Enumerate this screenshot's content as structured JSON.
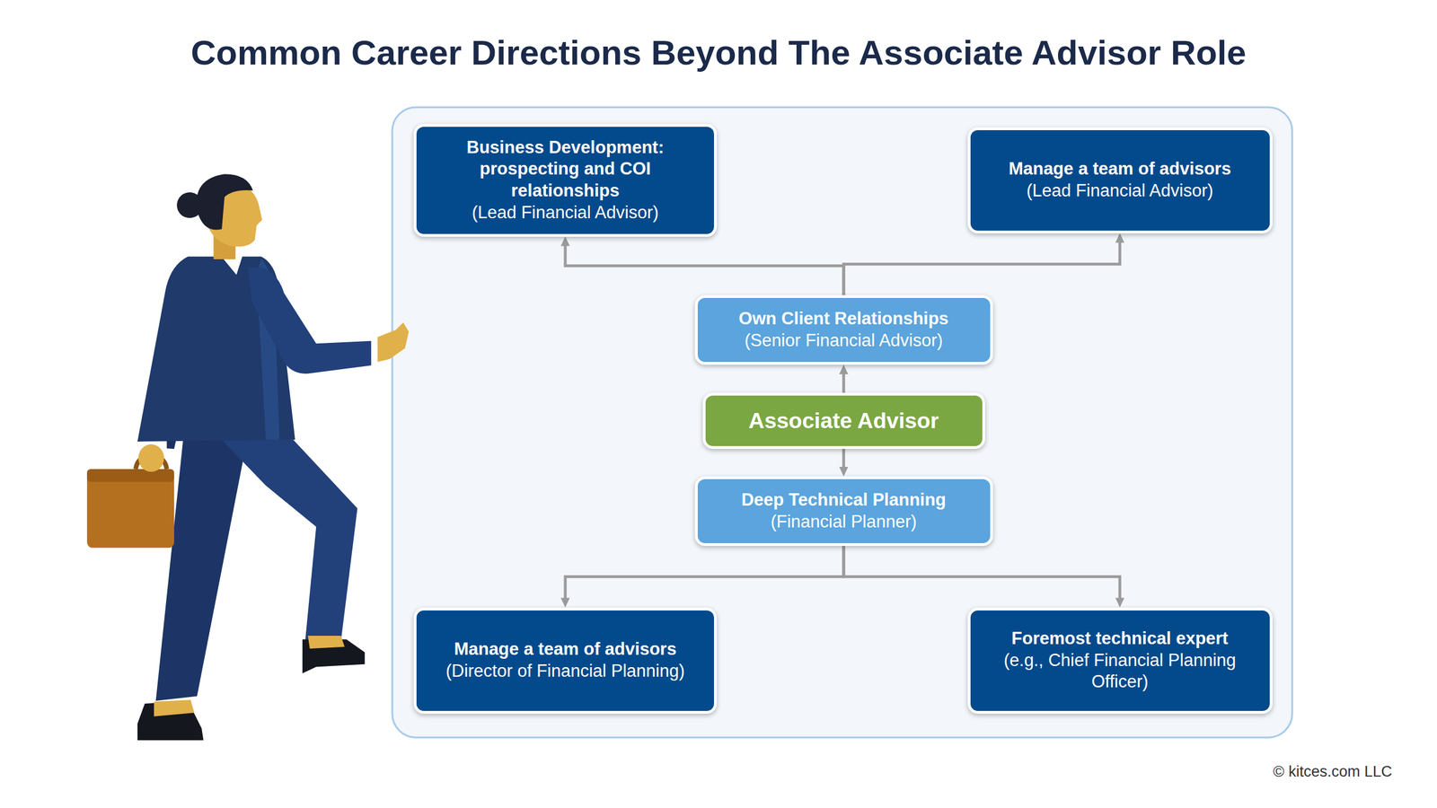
{
  "diagram": {
    "title": "Common Career Directions Beyond The Associate Advisor Role",
    "nodes": [
      {
        "text": [
          "Business Development: prospecting and COI relationships",
          "(Lead Financial Advisor)"
        ]
      },
      {
        "text": [
          "Manage a team of advisors",
          "(Lead Financial Advisor)"
        ]
      },
      {
        "text": [
          "Own Client Relationships",
          "(Senior Financial Advisor)"
        ]
      },
      {
        "text": [
          "Associate Advisor"
        ]
      },
      {
        "text": [
          "Deep Technical Planning",
          "(Financial Planner)"
        ]
      },
      {
        "text": [
          "Manage a team of advisors",
          "(Director of Financial Planning)"
        ]
      },
      {
        "text": [
          "Foremost technical expert",
          "(e.g., Chief Financial Planning Officer)"
        ]
      }
    ],
    "edges": [
      {
        "from": 3,
        "to": 2,
        "arrow": "to"
      },
      {
        "from": 2,
        "to": 0,
        "arrow": "to"
      },
      {
        "from": 2,
        "to": 1,
        "arrow": "to"
      },
      {
        "from": 3,
        "to": 4,
        "arrow": "to"
      },
      {
        "from": 4,
        "to": 5,
        "arrow": "to"
      },
      {
        "from": 4,
        "to": 6,
        "arrow": "to"
      }
    ],
    "labels": [
      "© kitces.com LLC"
    ]
  }
}
